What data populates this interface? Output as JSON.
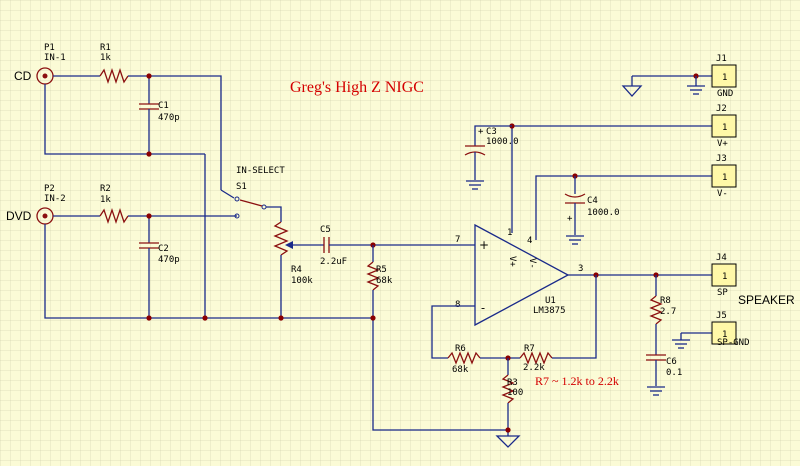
{
  "title": "Greg's High Z NIGC",
  "note": "R7 ~ 1.2k to 2.2k",
  "inputs": {
    "cd": "CD",
    "dvd": "DVD"
  },
  "speaker_label": "SPEAKER",
  "selector": {
    "ref": "S1",
    "name": "IN-SELECT"
  },
  "parts": {
    "p1": {
      "ref": "P1",
      "name": "IN-1"
    },
    "p2": {
      "ref": "P2",
      "name": "IN-2"
    },
    "r1": {
      "ref": "R1",
      "value": "1k"
    },
    "r2": {
      "ref": "R2",
      "value": "1k"
    },
    "c1": {
      "ref": "C1",
      "value": "470p"
    },
    "c2": {
      "ref": "C2",
      "value": "470p"
    },
    "r4": {
      "ref": "R4",
      "value": "100k"
    },
    "c5": {
      "ref": "C5",
      "value": "2.2uF"
    },
    "r5": {
      "ref": "R5",
      "value": "68k"
    },
    "c3": {
      "ref": "C3",
      "value": "1000.0"
    },
    "c4": {
      "ref": "C4",
      "value": "1000.0"
    },
    "u1": {
      "ref": "U1",
      "value": "LM3875"
    },
    "r6": {
      "ref": "R6",
      "value": "68k"
    },
    "r7": {
      "ref": "R7",
      "value": "2.2k"
    },
    "r3": {
      "ref": "R3",
      "value": "100"
    },
    "r8": {
      "ref": "R8",
      "value": "2.7"
    },
    "c6": {
      "ref": "C6",
      "value": "0.1"
    }
  },
  "connectors": [
    {
      "ref": "J1",
      "label": "GND",
      "pin": "1"
    },
    {
      "ref": "J2",
      "label": "V+",
      "pin": "1"
    },
    {
      "ref": "J3",
      "label": "V-",
      "pin": "1"
    },
    {
      "ref": "J4",
      "label": "SP",
      "pin": "1"
    },
    {
      "ref": "J5",
      "label": "SP-GND",
      "pin": "1"
    }
  ],
  "pins": {
    "in_plus": "7",
    "in_minus": "8",
    "vplus": "1",
    "vminus": "4",
    "out": "3",
    "sym_plus": "+",
    "sym_minus": "-",
    "vp_mark": "V+",
    "vm_mark": "V-",
    "cap_plus": "+"
  }
}
